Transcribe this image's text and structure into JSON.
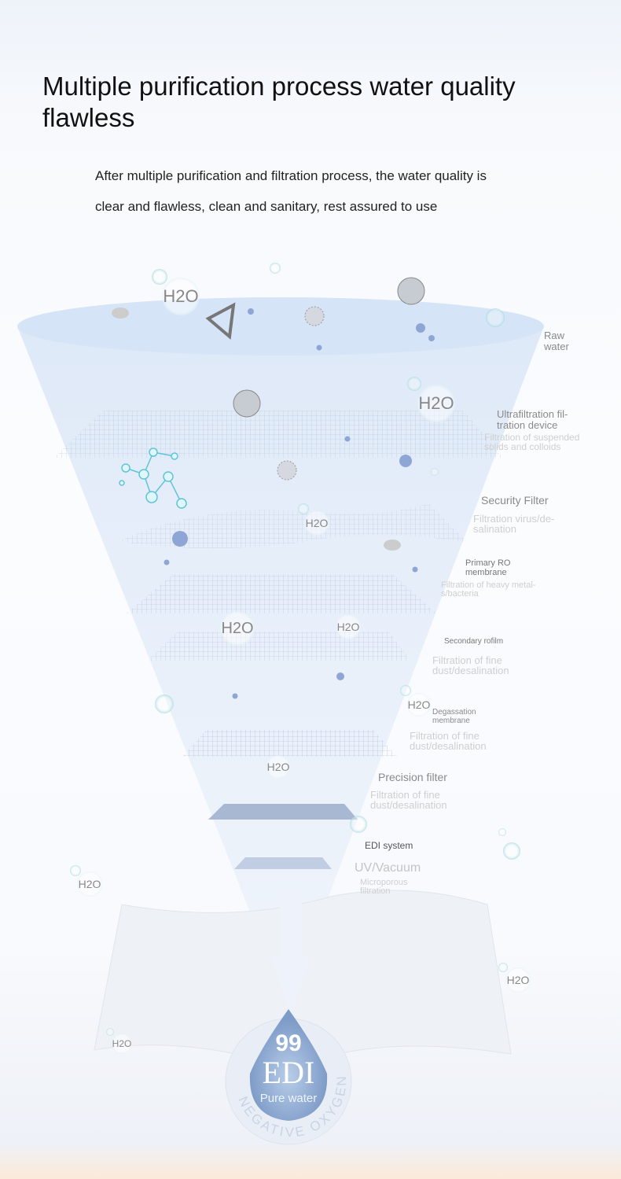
{
  "header": {
    "title": "Multiple purification process water quality flawless",
    "subtitle_line1": "After multiple purification and filtration process, the water quality is",
    "subtitle_line2": "clear and flawless, clean and sanitary, rest assured to use"
  },
  "stages": [
    {
      "name": "Raw water",
      "desc": ""
    },
    {
      "name": "Ultrafiltration fil-tration device",
      "desc": "Filtration of suspended solids and colloids"
    },
    {
      "name": "Security Filter",
      "desc": "Filtration virus/de-salination"
    },
    {
      "name": "Primary RO membrane",
      "desc": "Filtration of heavy metal-s/bacteria"
    },
    {
      "name": "Secondary rofilm",
      "desc": "Filtration of fine dust/desalination"
    },
    {
      "name": "Degassation membrane",
      "desc": "Filtration of fine dust/desalination"
    },
    {
      "name": "Precision filter",
      "desc": "Filtration of fine dust/desalination"
    },
    {
      "name": "EDI system",
      "desc": ""
    },
    {
      "name": "UV/Vacuum",
      "desc": "Microporous filtration"
    }
  ],
  "molecule_label": "H2O",
  "badge": {
    "number": "99",
    "title": "EDI",
    "subtitle": "Pure water",
    "ring_text": "NEGATIVE OXYGEN"
  },
  "colors": {
    "funnel": "#dce8f8",
    "layer": "#9fb4d4",
    "dot": "#8ea6d6",
    "bubble": "#bfe3e6"
  }
}
